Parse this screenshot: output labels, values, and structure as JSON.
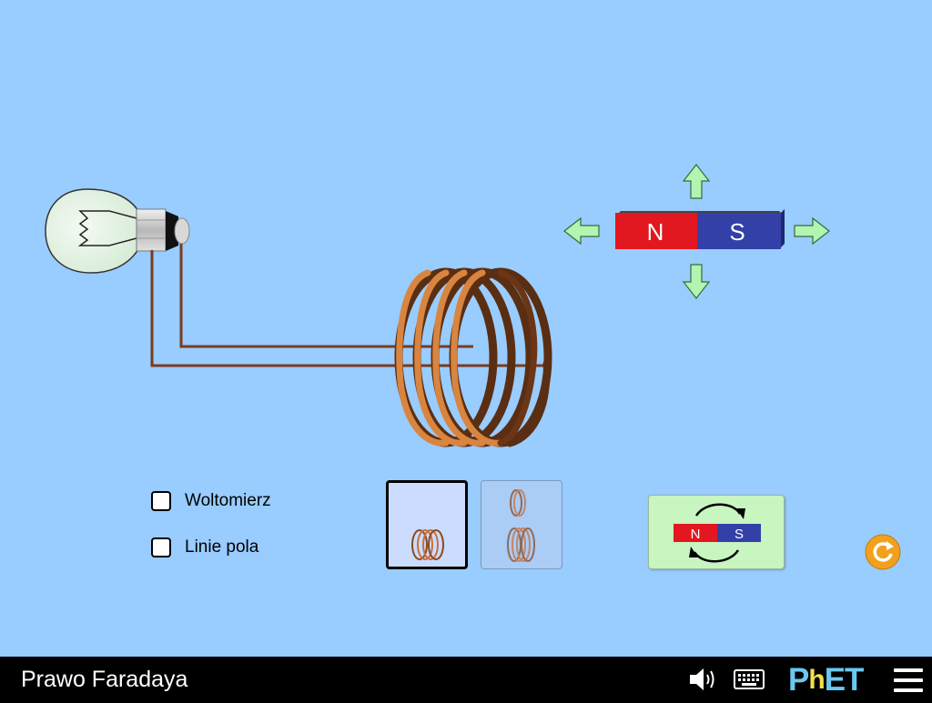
{
  "sim": {
    "title": "Prawo Faradaya"
  },
  "magnet": {
    "north_label": "N",
    "south_label": "S",
    "north_color": "#e3171f",
    "south_color": "#3340a8"
  },
  "controls": {
    "voltmeter_label": "Woltomierz",
    "voltmeter_checked": false,
    "field_lines_label": "Linie pola",
    "field_lines_checked": false,
    "coil_options": [
      "one-coil",
      "two-coils"
    ],
    "selected_coil": "one-coil",
    "flip_magnet": {
      "north_label": "N",
      "south_label": "S",
      "icon": "flip-polarity-icon"
    },
    "reset_icon": "reset-icon"
  },
  "navbar": {
    "icons": [
      "sound-icon",
      "keyboard-icon",
      "phet-logo",
      "menu-icon"
    ],
    "logo_letters": [
      "P",
      "h",
      "E",
      "T"
    ]
  },
  "colors": {
    "background": "#99ccff",
    "copper": "#c8703a",
    "wire": "#7a3b1e",
    "arrow_fill": "#b0f5b0",
    "flip_button_bg": "#c8f5c0",
    "reset_orange": "#f2a11c",
    "navbar": "#000000"
  }
}
